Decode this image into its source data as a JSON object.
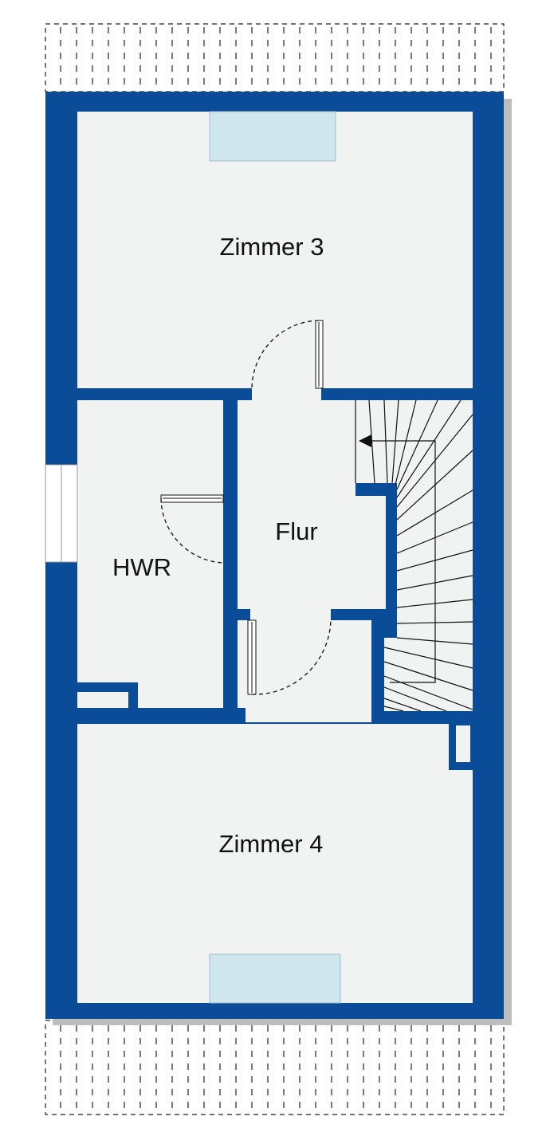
{
  "rooms": {
    "zimmer3": "Zimmer 3",
    "flur": "Flur",
    "hwr": "HWR",
    "zimmer4": "Zimmer 4"
  },
  "colors": {
    "wall": "#0a4c98",
    "floor": "#f1f2f2",
    "window_glass": "#cfe6ee",
    "line": "#111111",
    "shadow": "#bdbdbd"
  },
  "icons": {
    "stair_arrow": "arrow-left-icon"
  }
}
